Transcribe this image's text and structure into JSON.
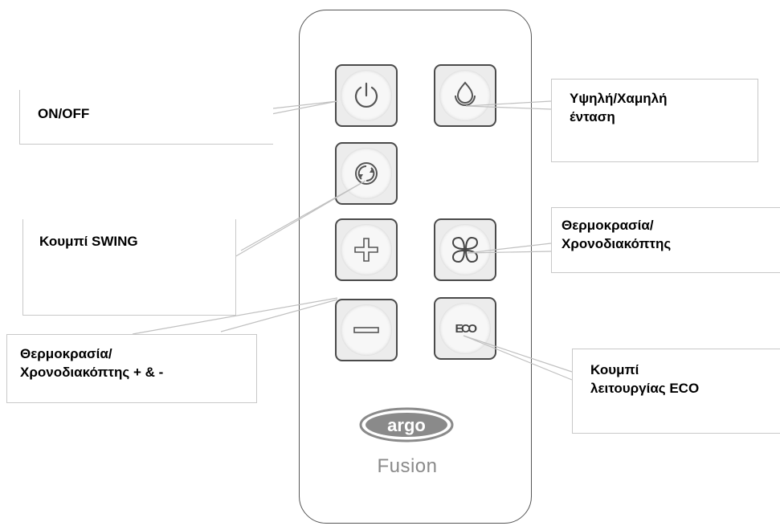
{
  "remote": {
    "brand": "argo",
    "model": "Fusion",
    "buttons": {
      "power": {
        "icon": "power-icon"
      },
      "intensity": {
        "icon": "drop-icon"
      },
      "swing": {
        "icon": "swing-icon"
      },
      "plus": {
        "icon": "plus-icon"
      },
      "fan": {
        "icon": "clover-icon"
      },
      "minus": {
        "icon": "minus-icon"
      },
      "eco": {
        "label": "ECO"
      }
    }
  },
  "callouts": {
    "onoff": {
      "line1": "ON/OFF"
    },
    "intensity": {
      "line1": "Υψηλή/Χαμηλή",
      "line2": "ένταση"
    },
    "swing": {
      "line1": "Κουμπί SWING"
    },
    "fan_timer": {
      "line1": "Θερμοκρασία/",
      "line2": "Χρονοδιακόπτης"
    },
    "plus_minus": {
      "line1": "Θερμοκρασία/",
      "line2": "Χρονοδιακόπτης + & -"
    },
    "eco": {
      "line1": "Κουμπί",
      "line2": "λειτουργίας ECO"
    }
  },
  "colors": {
    "outline": "#4a4a4a",
    "button_fill": "#ececec",
    "callout_border": "#c8c8c8"
  }
}
